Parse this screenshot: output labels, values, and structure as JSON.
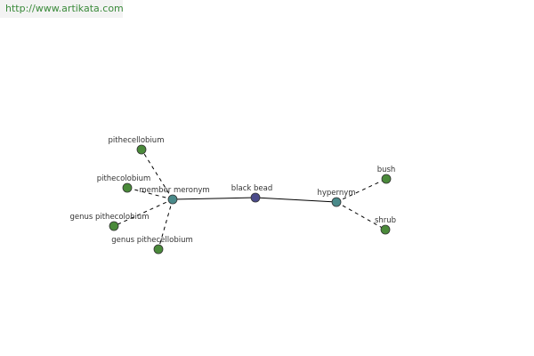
{
  "site_url": "http://www.artikata.com",
  "colors": {
    "center_node": "#4a4a8a",
    "relation_node": "#4a8a8a",
    "leaf_node": "#4a8a3a",
    "edge": "#000000",
    "url_text": "#3a8a3a"
  },
  "graph": {
    "center": {
      "id": "center",
      "label": "black bead"
    },
    "relations": [
      {
        "id": "rel-member-meronym",
        "label": "member meronym"
      },
      {
        "id": "rel-hypernym",
        "label": "hypernym"
      }
    ],
    "leaves": [
      {
        "id": "leaf-pithecellobium",
        "label": "pithecellobium",
        "relation": "rel-member-meronym"
      },
      {
        "id": "leaf-pithecolobium",
        "label": "pithecolobium",
        "relation": "rel-member-meronym"
      },
      {
        "id": "leaf-genus-pithecolobium",
        "label": "genus pithecolobium",
        "relation": "rel-member-meronym"
      },
      {
        "id": "leaf-genus-pithecellobium",
        "label": "genus pithecellobium",
        "relation": "rel-member-meronym"
      },
      {
        "id": "leaf-bush",
        "label": "bush",
        "relation": "rel-hypernym"
      },
      {
        "id": "leaf-shrub",
        "label": "shrub",
        "relation": "rel-hypernym"
      }
    ]
  }
}
